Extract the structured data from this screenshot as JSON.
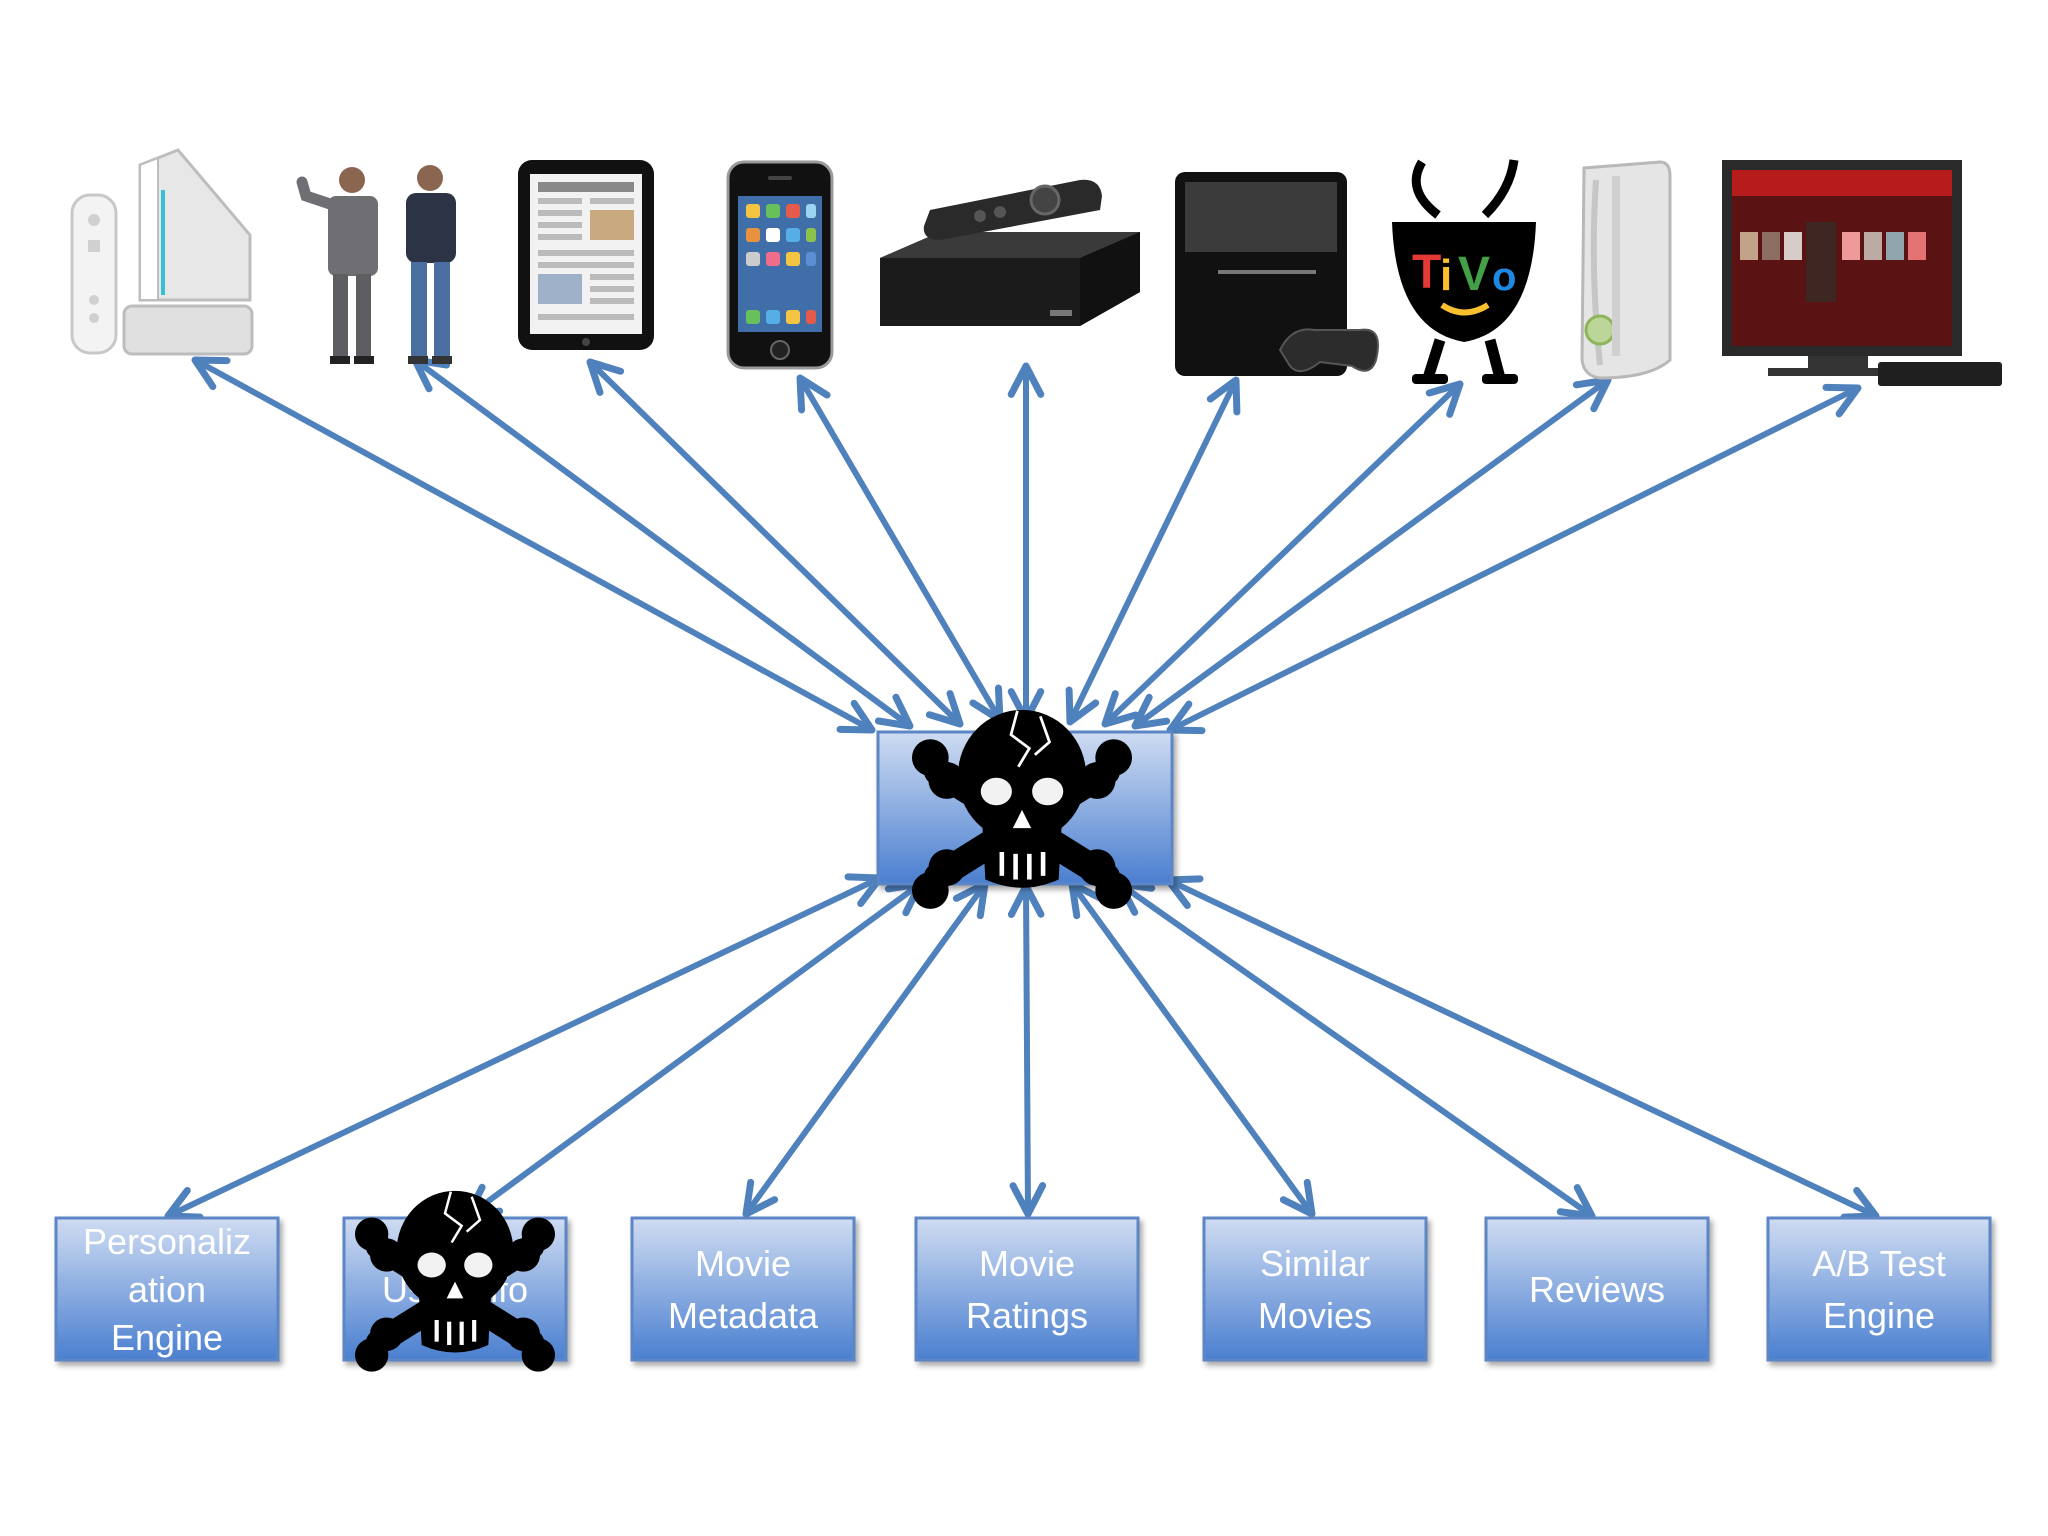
{
  "colors": {
    "arrow": "#4f81bd",
    "box_top": "#cfdcf2",
    "box_bottom": "#4a7fd0",
    "box_border": "#5b86c5",
    "skull": "#000000",
    "label": "#ffffff"
  },
  "devices": [
    {
      "name": "wii",
      "icon": "wii-console-icon"
    },
    {
      "name": "people",
      "icon": "people-icon"
    },
    {
      "name": "ipad",
      "icon": "ipad-icon"
    },
    {
      "name": "iphone",
      "icon": "iphone-icon"
    },
    {
      "name": "roku",
      "icon": "roku-box-icon"
    },
    {
      "name": "ps3",
      "icon": "playstation3-icon"
    },
    {
      "name": "tivo",
      "icon": "tivo-mascot-icon"
    },
    {
      "name": "xbox",
      "icon": "xbox360-icon"
    },
    {
      "name": "tv",
      "icon": "smart-tv-icon"
    }
  ],
  "hub": {
    "icon": "skull-crossbones-icon"
  },
  "services": [
    {
      "name": "personalization-engine",
      "lines": [
        "Personaliz",
        "ation",
        "Engine"
      ],
      "failed": false
    },
    {
      "name": "user-info",
      "lines": [
        "User Info"
      ],
      "failed": true
    },
    {
      "name": "movie-metadata",
      "lines": [
        "Movie",
        "Metadata"
      ],
      "failed": false
    },
    {
      "name": "movie-ratings",
      "lines": [
        "Movie",
        "Ratings"
      ],
      "failed": false
    },
    {
      "name": "similar-movies",
      "lines": [
        "Similar",
        "Movies"
      ],
      "failed": false
    },
    {
      "name": "reviews",
      "lines": [
        "Reviews"
      ],
      "failed": false
    },
    {
      "name": "ab-test-engine",
      "lines": [
        "A/B Test",
        "Engine"
      ],
      "failed": false
    }
  ]
}
